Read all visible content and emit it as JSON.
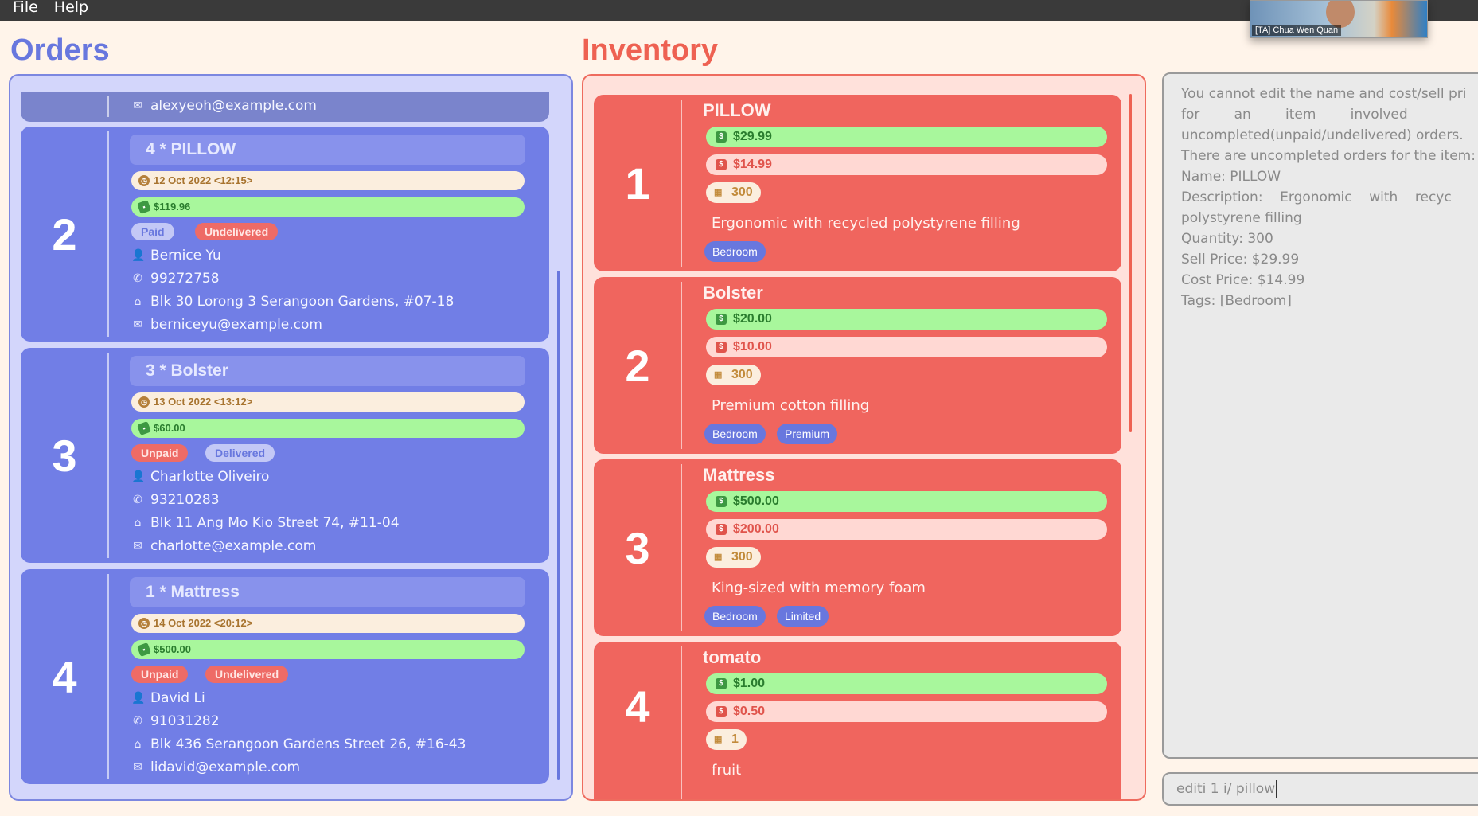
{
  "menu": {
    "file": "File",
    "help": "Help"
  },
  "video": {
    "label": "[TA] Chua Wen Quan"
  },
  "orders": {
    "title": "Orders",
    "top_partial": {
      "email": "alexyeoh@example.com"
    },
    "cards": [
      {
        "index": "2",
        "product": "4 * PILLOW",
        "date": "12 Oct 2022 <12:15>",
        "price": "$119.96",
        "paid": "Paid",
        "delivery": "Undelivered",
        "name": "Bernice Yu",
        "phone": "99272758",
        "address": "Blk 30 Lorong 3 Serangoon Gardens, #07-18",
        "email": "berniceyu@example.com"
      },
      {
        "index": "3",
        "product": "3 * Bolster",
        "date": "13 Oct 2022 <13:12>",
        "price": "$60.00",
        "paid": "Unpaid",
        "delivery": "Delivered",
        "name": "Charlotte Oliveiro",
        "phone": "93210283",
        "address": "Blk 11 Ang Mo Kio Street 74, #11-04",
        "email": "charlotte@example.com"
      },
      {
        "index": "4",
        "product": "1 * Mattress",
        "date": "14 Oct 2022 <20:12>",
        "price": "$500.00",
        "paid": "Unpaid",
        "delivery": "Undelivered",
        "name": "David Li",
        "phone": "91031282",
        "address": "Blk 436 Serangoon Gardens Street 26, #16-43",
        "email": "lidavid@example.com"
      }
    ]
  },
  "inventory": {
    "title": "Inventory",
    "items": [
      {
        "index": "1",
        "name": "PILLOW",
        "sell": "$29.99",
        "cost": "$14.99",
        "qty": "300",
        "desc": "Ergonomic with recycled polystyrene filling",
        "tags": [
          "Bedroom"
        ]
      },
      {
        "index": "2",
        "name": "Bolster",
        "sell": "$20.00",
        "cost": "$10.00",
        "qty": "300",
        "desc": "Premium cotton filling",
        "tags": [
          "Bedroom",
          "Premium"
        ]
      },
      {
        "index": "3",
        "name": "Mattress",
        "sell": "$500.00",
        "cost": "$200.00",
        "qty": "300",
        "desc": "King-sized with memory foam",
        "tags": [
          "Bedroom",
          "Limited"
        ]
      },
      {
        "index": "4",
        "name": "tomato",
        "sell": "$1.00",
        "cost": "$0.50",
        "qty": "1",
        "desc": "fruit",
        "tags": []
      }
    ]
  },
  "result": {
    "lines": [
      "You cannot edit the name and cost/sell pri",
      "for        an        item        involved",
      "uncompleted(unpaid/undelivered) orders.",
      "There are uncompleted orders for the item:",
      "Name: PILLOW",
      "Description:    Ergonomic    with    recyc",
      "polystyrene filling",
      "Quantity: 300",
      "Sell Price: $29.99",
      "Cost Price: $14.99",
      "Tags: [Bedroom]"
    ]
  },
  "command": {
    "value": "editi 1 i/ pillow"
  },
  "colors": {
    "orders_accent": "#6877de",
    "inventory_accent": "#ee6152",
    "sell_green": "#a8f79c",
    "cost_pink": "#ffd8d3"
  },
  "icons": [
    "clock-icon",
    "price-tag-icon",
    "person-icon",
    "phone-icon",
    "home-icon",
    "email-icon",
    "sell-price-icon",
    "cost-price-icon",
    "quantity-cart-icon"
  ]
}
